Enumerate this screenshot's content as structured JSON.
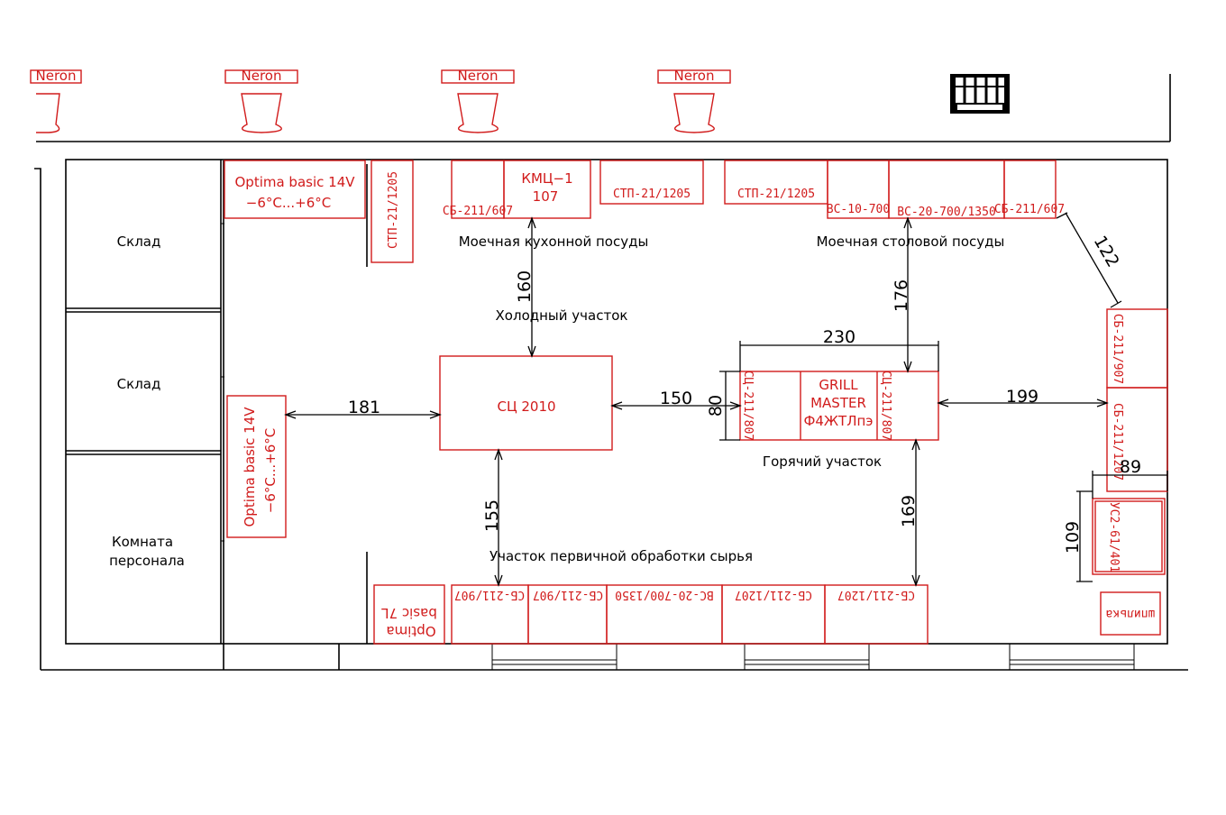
{
  "rooms": {
    "sklad1": "Склад",
    "sklad2": "Склад",
    "staff_line1": "Комната",
    "staff_line2": "персонала"
  },
  "zones": {
    "kitchen_wash": "Моечная кухонной посуды",
    "table_wash": "Моечная столовой посуды",
    "cold": "Холодный участок",
    "hot": "Горячий участок",
    "prep": "Участок первичной обработки сырья"
  },
  "top_zone": {
    "neron": "Neron"
  },
  "equipment": {
    "optima_top_1": "Optima basic 14V",
    "optima_top_2": "−6°C...+6°C",
    "stp_vertical": "СТП-21/1205",
    "sb_607_left": "СБ-211/607",
    "kmc_1": "КМЦ−1",
    "kmc_2": "107",
    "stp_1205_a": "СТП-21/1205",
    "stp_1205_b": "СТП-21/1205",
    "vs_10_700": "ВС-10-700",
    "vs_20_700_1350": "ВС-20-700/1350",
    "sb_607_right": "СБ-211/607",
    "sc_2010": "СЦ 2010",
    "optima_left_1": "Optima basic 14V",
    "optima_left_2": "−6°C...+6°C",
    "sc_211_807_a": "СЦ-211/807",
    "grill_1": "GRILL",
    "grill_2": "MASTER",
    "grill_3": "Ф4ЖТЛпэ",
    "sc_211_807_b": "СЦ-211/807",
    "sb_907_right": "СБ-211/907",
    "sb_1207_right": "СБ-211/1207",
    "us_61_401": "УС2-61/401",
    "shpilka": "шпилька",
    "optima7_1": "Optima",
    "optima7_2": "basic 7L",
    "sb_907_b1": "СБ-211/907",
    "sb_907_b2": "СБ-211/907",
    "vs_20_b": "ВС-20-700/1350",
    "sb_1207_b1": "СБ-211/1207",
    "sb_1207_b2": "СБ-211/1207"
  },
  "dimensions": {
    "d160": "160",
    "d176": "176",
    "d122": "122",
    "d230": "230",
    "d181": "181",
    "d150": "150",
    "d80": "80",
    "d199": "199",
    "d155": "155",
    "d169": "169",
    "d89": "89",
    "d109": "109"
  },
  "colors": {
    "equipment": "#d11b1b",
    "walls": "#000000"
  }
}
